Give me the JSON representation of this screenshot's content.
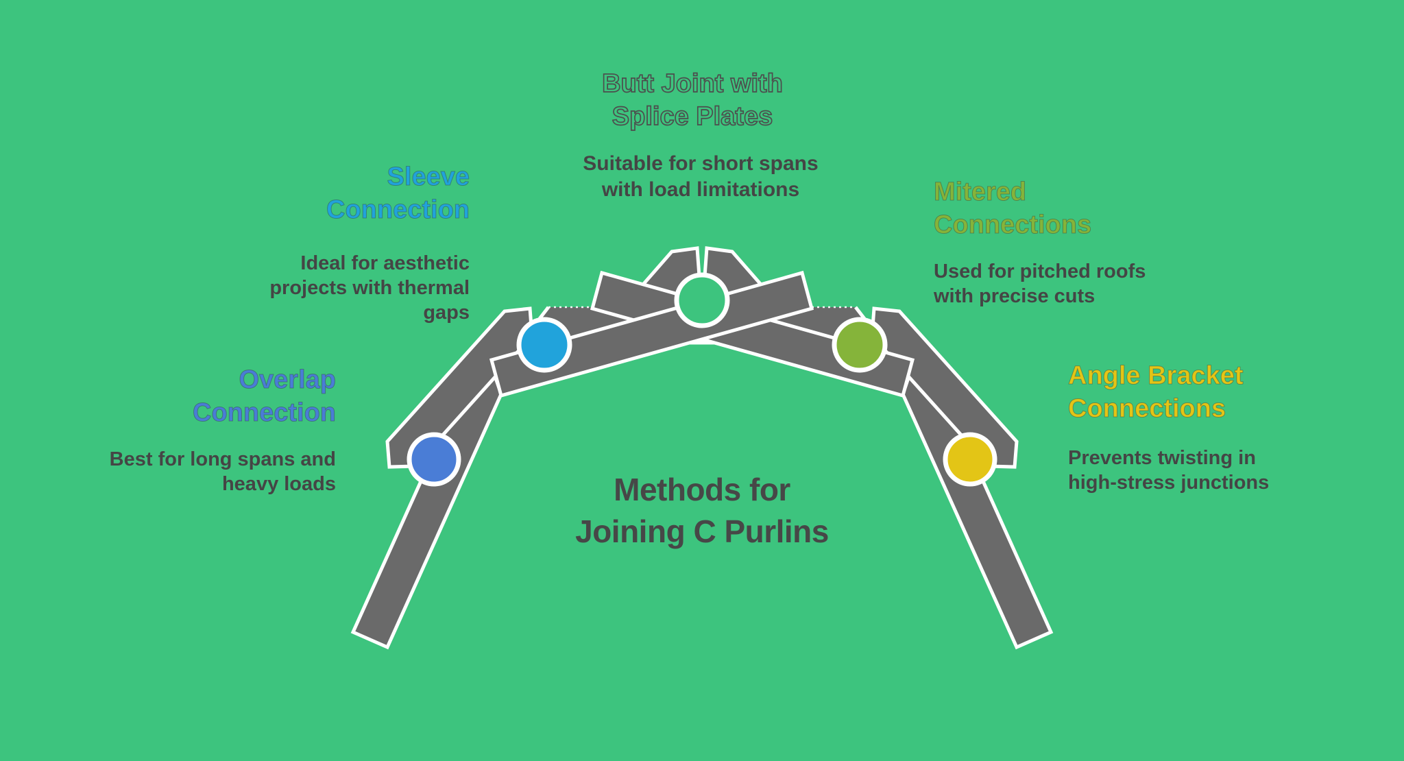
{
  "canvas": {
    "background_color": "#3dc47e",
    "plank_color": "#6a6a6a",
    "outline_color": "#ffffff",
    "body_text_color": "#454545"
  },
  "center_title": {
    "lines": [
      "Methods for",
      "Joining C Purlins"
    ]
  },
  "methods": [
    {
      "id": "overlap-connection",
      "title_lines": [
        "Overlap",
        "Connection"
      ],
      "description_lines": [
        "Best for long spans and",
        "heavy loads"
      ],
      "color": "#4a7dd6",
      "marker": "blue-circle"
    },
    {
      "id": "sleeve-connection",
      "title_lines": [
        "Sleeve",
        "Connection"
      ],
      "description_lines": [
        "Ideal for aesthetic",
        "projects with thermal",
        "gaps"
      ],
      "color": "#21a3db",
      "marker": "cyan-circle"
    },
    {
      "id": "butt-joint-with-splice-plates",
      "title_lines": [
        "Butt Joint with",
        "Splice Plates"
      ],
      "description_lines": [
        "Suitable for short spans",
        "with load limitations"
      ],
      "color": "#ffffff",
      "marker": "white-ring-circle"
    },
    {
      "id": "mitered-connections",
      "title_lines": [
        "Mitered",
        "Connections"
      ],
      "description_lines": [
        "Used for pitched roofs",
        "with precise cuts"
      ],
      "color": "#85b43a",
      "marker": "olive-circle"
    },
    {
      "id": "angle-bracket-connections",
      "title_lines": [
        "Angle Bracket",
        "Connections"
      ],
      "description_lines": [
        "Prevents twisting in",
        "high-stress junctions"
      ],
      "color": "#e3c516",
      "marker": "yellow-circle"
    }
  ]
}
